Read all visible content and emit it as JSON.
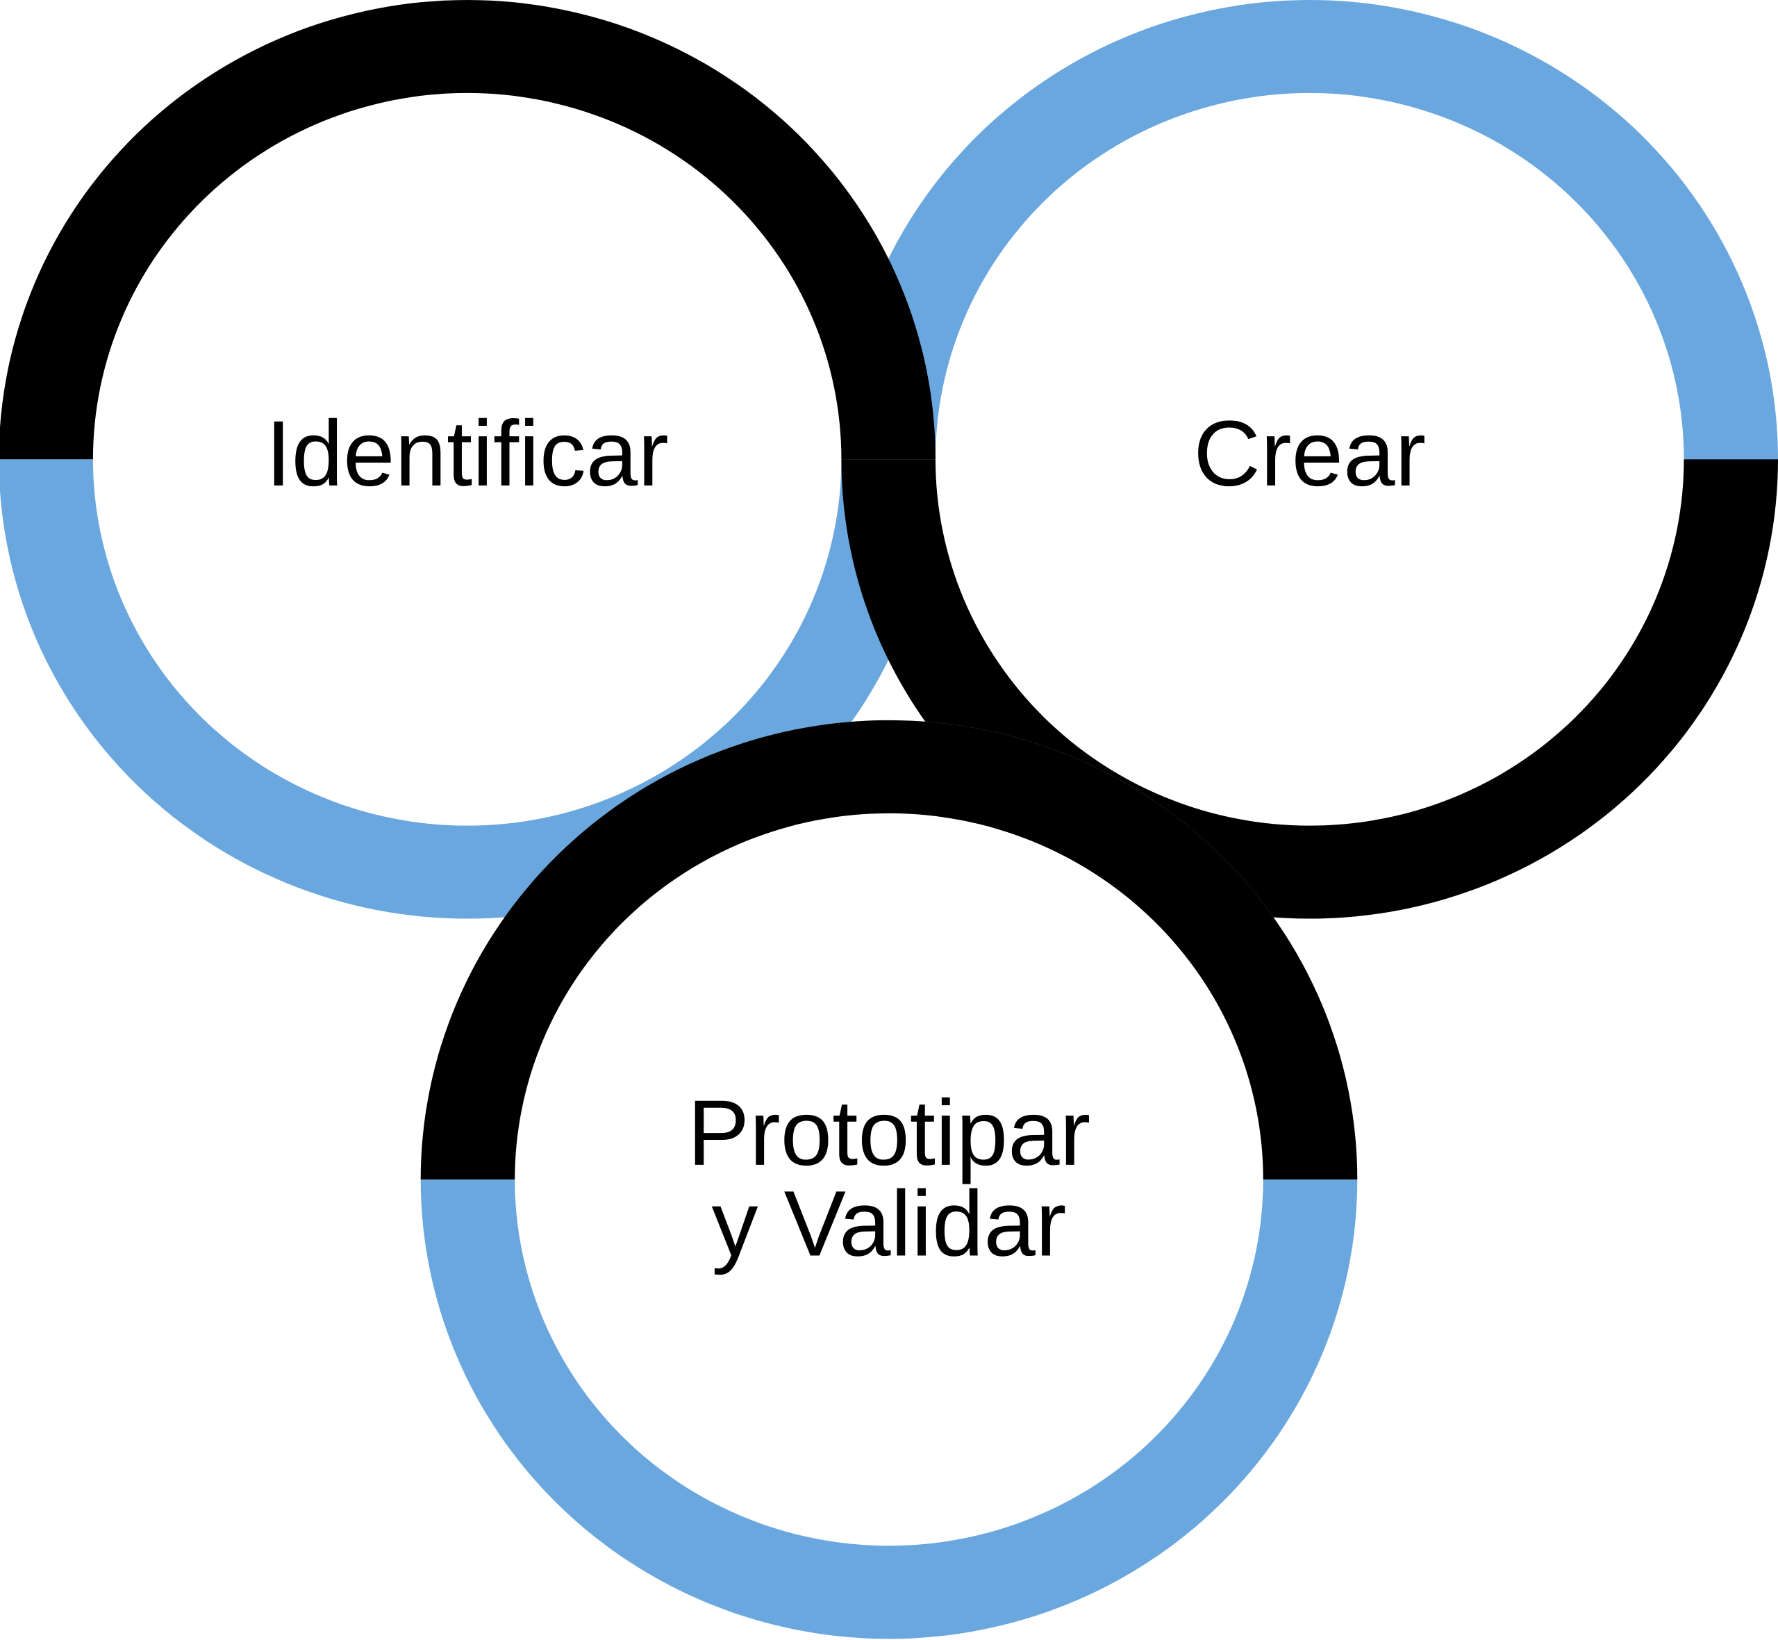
{
  "colors": {
    "black": "#000000",
    "blue": "#6aa7df",
    "background": "#ffffff"
  },
  "rings": [
    {
      "id": "identificar",
      "label_lines": [
        "Identificar"
      ],
      "top_color": "black",
      "bottom_color": "blue"
    },
    {
      "id": "crear",
      "label_lines": [
        "Crear"
      ],
      "top_color": "blue",
      "bottom_color": "black"
    },
    {
      "id": "prototipar",
      "label_lines": [
        "Prototipar",
        "y Validar"
      ],
      "top_color": "black",
      "bottom_color": "blue"
    }
  ]
}
